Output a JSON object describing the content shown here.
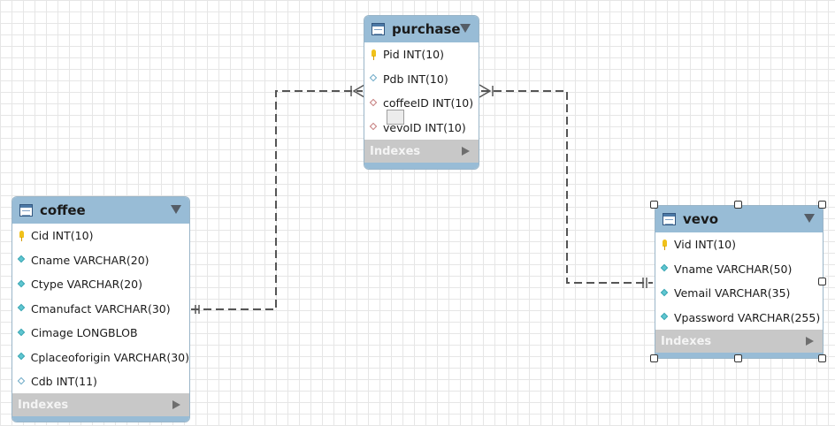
{
  "diagram": {
    "tables": [
      {
        "id": "purchase",
        "name": "purchase",
        "columns": [
          {
            "text": "Pid INT(10)",
            "icon": "primary-key-icon"
          },
          {
            "text": "Pdb INT(10)",
            "icon": "nullable-column-icon"
          },
          {
            "text": "coffeeID INT(10)",
            "icon": "foreign-key-icon"
          },
          {
            "text": "vevoID INT(10)",
            "icon": "foreign-key-icon"
          }
        ],
        "footer": "Indexes"
      },
      {
        "id": "coffee",
        "name": "coffee",
        "columns": [
          {
            "text": "Cid INT(10)",
            "icon": "primary-key-icon"
          },
          {
            "text": "Cname VARCHAR(20)",
            "icon": "not-null-column-icon"
          },
          {
            "text": "Ctype VARCHAR(20)",
            "icon": "not-null-column-icon"
          },
          {
            "text": "Cmanufact VARCHAR(30)",
            "icon": "not-null-column-icon"
          },
          {
            "text": "Cimage LONGBLOB",
            "icon": "not-null-column-icon"
          },
          {
            "text": "Cplaceoforigin VARCHAR(30)",
            "icon": "not-null-column-icon"
          },
          {
            "text": "Cdb INT(11)",
            "icon": "nullable-column-icon"
          }
        ],
        "footer": "Indexes"
      },
      {
        "id": "vevo",
        "name": "vevo",
        "columns": [
          {
            "text": "Vid INT(10)",
            "icon": "primary-key-icon"
          },
          {
            "text": "Vname VARCHAR(50)",
            "icon": "not-null-column-icon"
          },
          {
            "text": "Vemail VARCHAR(35)",
            "icon": "not-null-column-icon"
          },
          {
            "text": "Vpassword VARCHAR(255)",
            "icon": "not-null-column-icon"
          }
        ],
        "footer": "Indexes"
      }
    ],
    "relationships": [
      {
        "from": "coffee",
        "to": "purchase",
        "from_end": "one",
        "to_end": "many",
        "style": "dashed"
      },
      {
        "from": "vevo",
        "to": "purchase",
        "from_end": "one",
        "to_end": "many",
        "style": "dashed"
      }
    ],
    "selected_table": "vevo",
    "colors": {
      "header": "#98bcd6",
      "footer": "#c8c8c8",
      "line": "#555555",
      "grid": "#e6e6e6"
    }
  }
}
